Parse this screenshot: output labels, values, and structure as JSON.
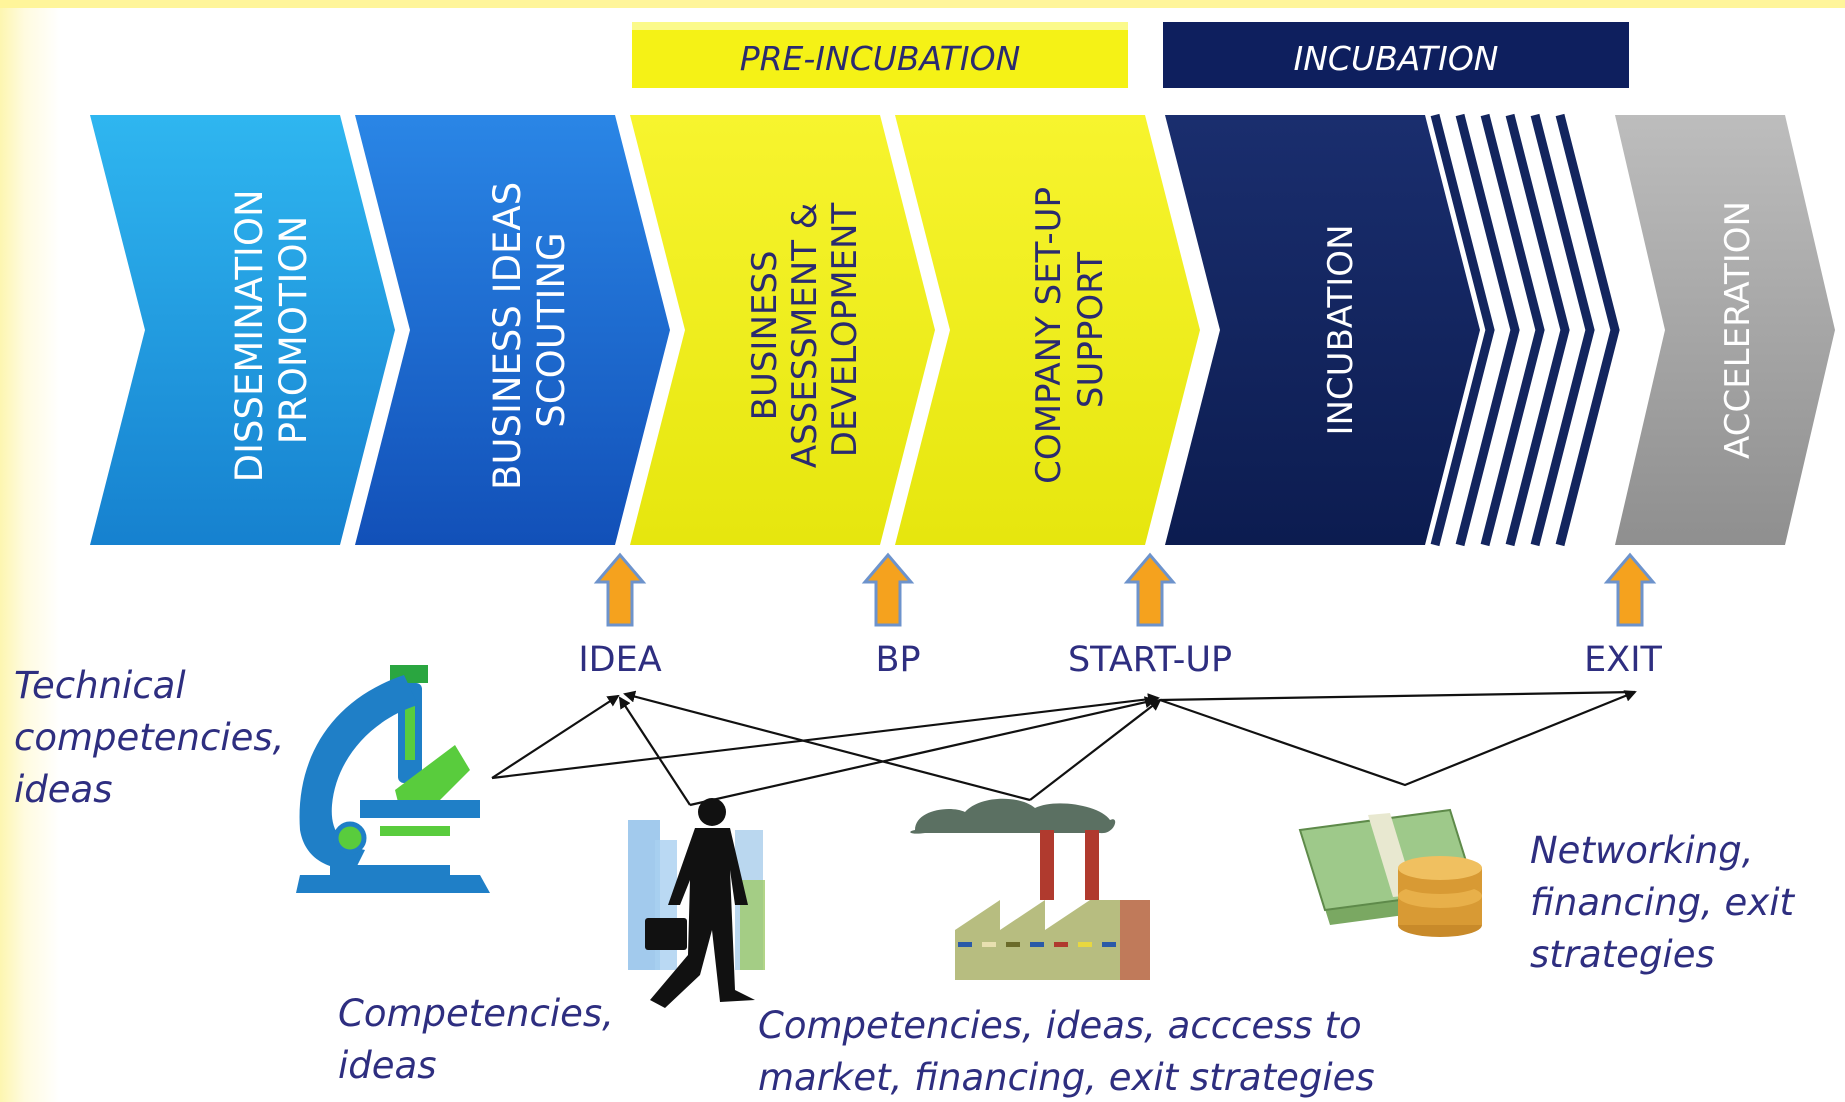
{
  "phases": [
    {
      "label": "PRE-INCUBATION",
      "color": "#f5f216",
      "text_color": "#2a2a70"
    },
    {
      "label": "INCUBATION",
      "color": "#0e1f5e",
      "text_color": "#ffffff"
    }
  ],
  "stages": [
    {
      "lines": [
        "DISSEMINATION",
        "PROMOTION"
      ],
      "color": "#1e9fe0",
      "text_color": "#ffffff"
    },
    {
      "lines": [
        "BUSINESS IDEAS",
        "SCOUTING"
      ],
      "color": "#1a6fd6",
      "text_color": "#ffffff"
    },
    {
      "lines": [
        "BUSINESS",
        "ASSESSMENT &",
        "DEVELOPMENT"
      ],
      "color": "#f2f21a",
      "text_color": "#2a2a70"
    },
    {
      "lines": [
        "COMPANY SET-UP",
        "SUPPORT"
      ],
      "color": "#f2f21a",
      "text_color": "#2a2a70"
    },
    {
      "lines": [
        "INCUBATION"
      ],
      "color": "#13255e",
      "text_color": "#ffffff"
    },
    {
      "lines": [
        "ACCELERATION"
      ],
      "color": "#a9a9a9",
      "text_color": "#ffffff"
    }
  ],
  "milestones": [
    {
      "label": "IDEA"
    },
    {
      "label": "BP"
    },
    {
      "label": "START-UP"
    },
    {
      "label": "EXIT"
    }
  ],
  "actors": [
    {
      "icon": "microscope-icon",
      "caption": "Technical competencies, ideas"
    },
    {
      "icon": "businessman-icon",
      "caption": "Competencies, ideas"
    },
    {
      "icon": "factory-icon",
      "caption": "Competencies, ideas, acccess to market, financing, exit strategies"
    },
    {
      "icon": "money-icon",
      "caption": "Networking, financing, exit strategies"
    }
  ],
  "colors": {
    "arrow_up": "#f5a21e",
    "arrow_up_outline": "#6d93cc",
    "caption_text": "#2e2e80",
    "connector": "#111111"
  }
}
